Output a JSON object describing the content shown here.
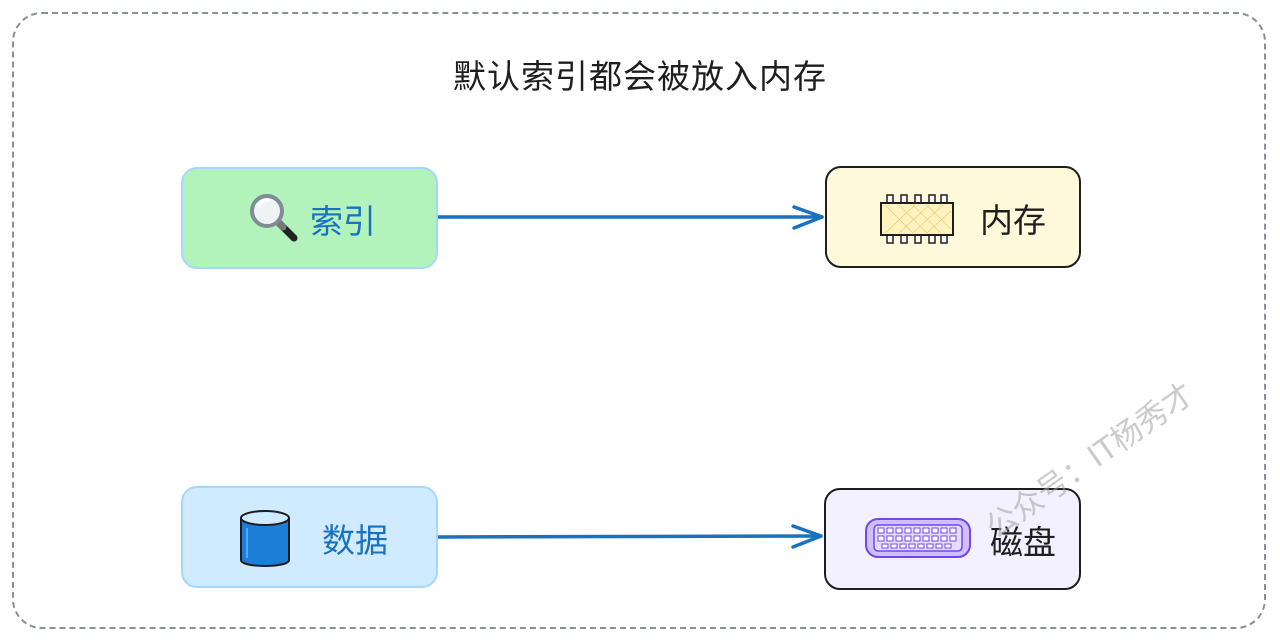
{
  "diagram": {
    "title": "默认索引都会被放入内存",
    "nodes": {
      "index": {
        "label": "索引",
        "icon": "magnifier-icon"
      },
      "data": {
        "label": "数据",
        "icon": "database-cylinder-icon"
      },
      "memory": {
        "label": "内存",
        "icon": "memory-chip-icon"
      },
      "disk": {
        "label": "磁盘",
        "icon": "disk-drive-icon"
      }
    },
    "edges": [
      {
        "from": "索引",
        "to": "内存"
      },
      {
        "from": "数据",
        "to": "磁盘"
      }
    ],
    "watermark": "公众号：IT杨秀才",
    "colors": {
      "index_fill": "#b2f2bb",
      "data_fill": "#d0ebff",
      "memory_fill": "#fff9db",
      "disk_fill": "#f3f0ff",
      "arrow": "#1971c2",
      "frame": "#8a9096"
    }
  }
}
